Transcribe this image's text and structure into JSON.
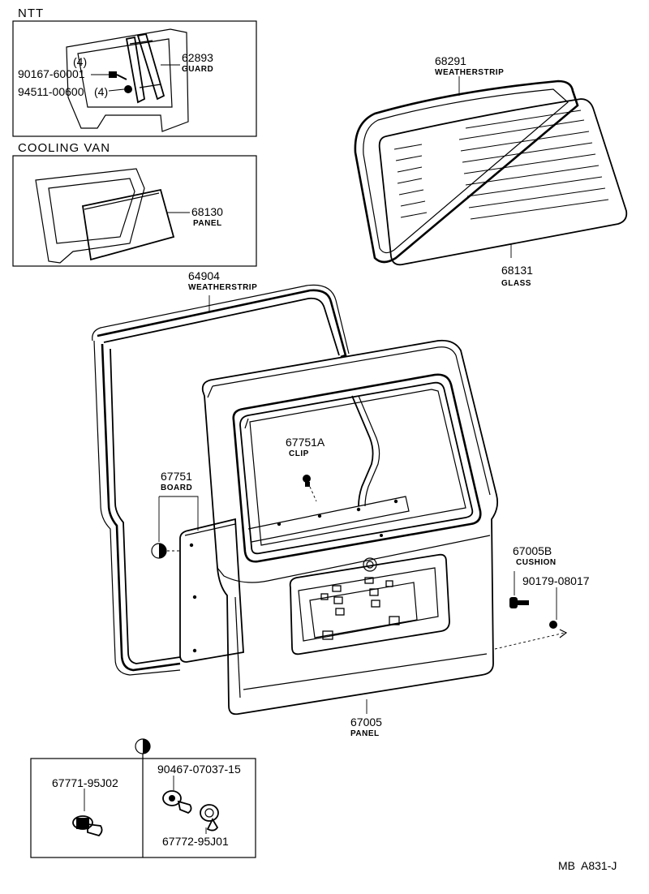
{
  "sections": {
    "ntt": "NTT",
    "cooling_van": "COOLING VAN"
  },
  "parts": {
    "guard": {
      "number": "62893",
      "name": "GUARD"
    },
    "screw": {
      "number": "90167-60001",
      "qty": "(4)"
    },
    "nut": {
      "number": "94511-00600",
      "qty": "(4)"
    },
    "panel_cv": {
      "number": "68130",
      "name": "PANEL"
    },
    "weatherstrip_glass": {
      "number": "68291",
      "name": "WEATHERSTRIP"
    },
    "glass": {
      "number": "68131",
      "name": "GLASS"
    },
    "weatherstrip_door": {
      "number": "64904",
      "name": "WEATHERSTRIP"
    },
    "clip": {
      "number": "67751A",
      "name": "CLIP"
    },
    "board": {
      "number": "67751",
      "name": "BOARD"
    },
    "cushion": {
      "number": "67005B",
      "name": "CUSHION"
    },
    "bolt": {
      "number": "90179-08017"
    },
    "door_panel": {
      "number": "67005",
      "name": "PANEL"
    },
    "clip_a": {
      "number": "67771-95J02"
    },
    "clip_b": {
      "number": "90467-07037-15"
    },
    "clip_c": {
      "number": "67772-95J01"
    }
  },
  "ref_code": "MB  A831-J",
  "symbols": {
    "half_circle": "half-filled-circle-icon"
  }
}
